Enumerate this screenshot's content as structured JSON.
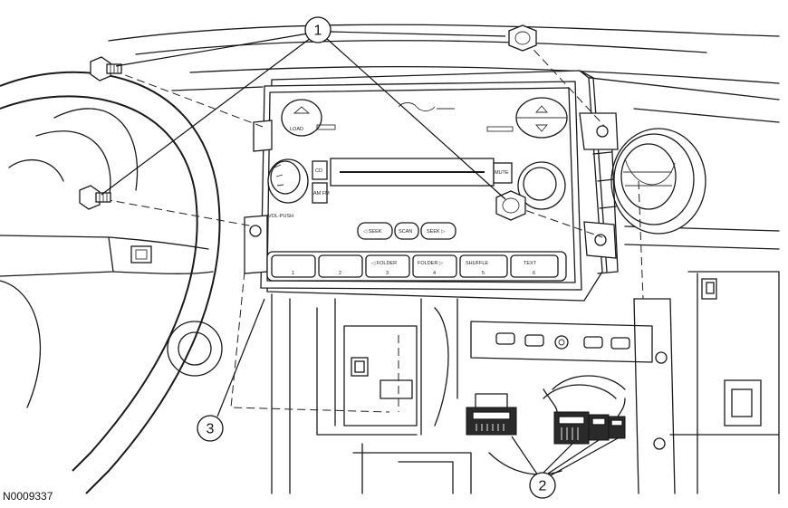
{
  "figure_id": "N0009337",
  "callouts": [
    "1",
    "2",
    "3"
  ],
  "radio_labels": {
    "load": "LOAD",
    "cd": "CD",
    "am_fm": "AM FM",
    "seek_down": "◁ SEEK",
    "scan": "SCAN",
    "seek_up": "SEEK ▷",
    "mute": "MUTE",
    "vol_push": "VOL-PUSH",
    "preset_1": "1",
    "preset_2": "2",
    "preset_3": "3",
    "preset_4": "4",
    "preset_5": "5",
    "preset_6": "6",
    "folder_down": "◁ FOLDER",
    "folder_up": "FOLDER ▷",
    "shuffle": "SHUFFLE",
    "text": "TEXT"
  }
}
